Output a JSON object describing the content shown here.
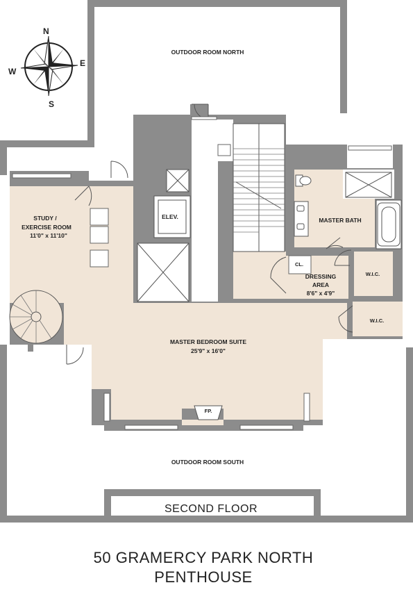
{
  "compass": {
    "north": "N",
    "south": "S",
    "east": "E",
    "west": "W"
  },
  "rooms": {
    "outdoor_north": "OUTDOOR ROOM NORTH",
    "outdoor_south": "OUTDOOR ROOM SOUTH",
    "study_line1": "STUDY /",
    "study_line2": "EXERCISE ROOM",
    "study_dim": "11'0\" x 11'10\"",
    "elevator": "ELEV.",
    "master_bath": "MASTER BATH",
    "closet": "CL.",
    "dressing_line1": "DRESSING",
    "dressing_line2": "AREA",
    "dressing_dim": "8'6\" x 4'9\"",
    "wic_upper": "W.I.C.",
    "wic_lower": "W.I.C.",
    "bedroom_name": "MASTER BEDROOM SUITE",
    "bedroom_dim": "25'9\" x 16'0\"",
    "fireplace": "FP."
  },
  "floor_label": "SECOND FLOOR",
  "title": {
    "line1": "50 GRAMERCY PARK NORTH",
    "line2": "PENTHOUSE"
  }
}
